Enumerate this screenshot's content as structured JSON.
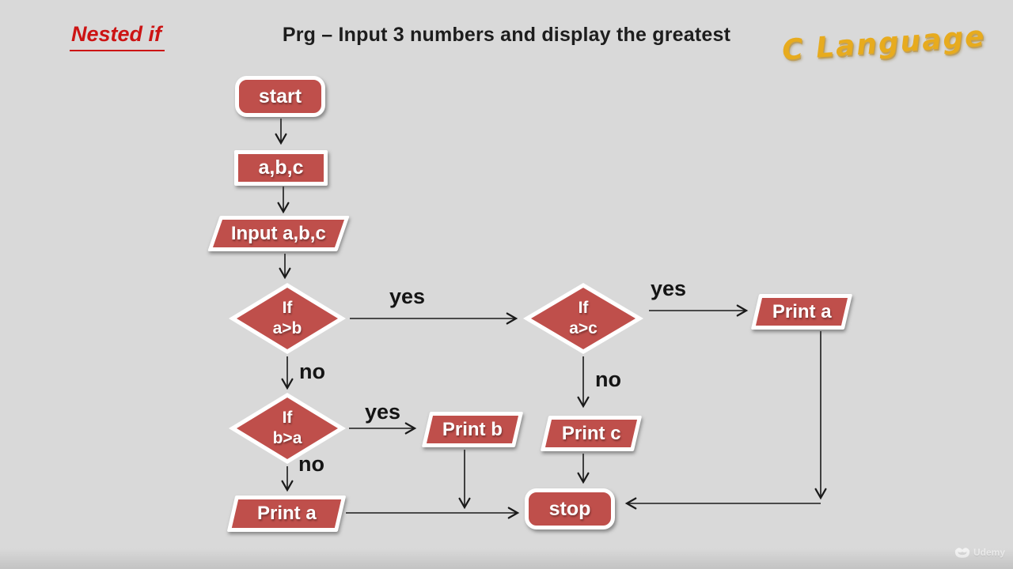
{
  "header": {
    "topic": "Nested if",
    "title": "Prg – Input 3 numbers and display the greatest",
    "brand": "C Language"
  },
  "flowchart": {
    "nodes": {
      "start": "start",
      "declare": "a,b,c",
      "input": "Input a,b,c",
      "decision_a_gt_b": {
        "line1": "If",
        "line2": "a>b"
      },
      "decision_b_gt_a": {
        "line1": "If",
        "line2": "b>a"
      },
      "decision_a_gt_c": {
        "line1": "If",
        "line2": "a>c"
      },
      "print_a_top": "Print a",
      "print_b": "Print b",
      "print_c": "Print c",
      "print_a_bottom": "Print a",
      "stop": "stop"
    },
    "edge_labels": {
      "a_gt_b_yes": "yes",
      "a_gt_b_no": "no",
      "b_gt_a_yes": "yes",
      "b_gt_a_no": "no",
      "a_gt_c_yes": "yes",
      "a_gt_c_no": "no"
    }
  },
  "colors": {
    "background": "#d9d9d9",
    "node_fill": "#bf4f4b",
    "node_border": "#ffffff",
    "topic_red": "#cc1414",
    "brand_gold": "#e7ab1e",
    "arrow_black": "#1a1a1a"
  },
  "watermark": {
    "brand": "Udemy"
  }
}
